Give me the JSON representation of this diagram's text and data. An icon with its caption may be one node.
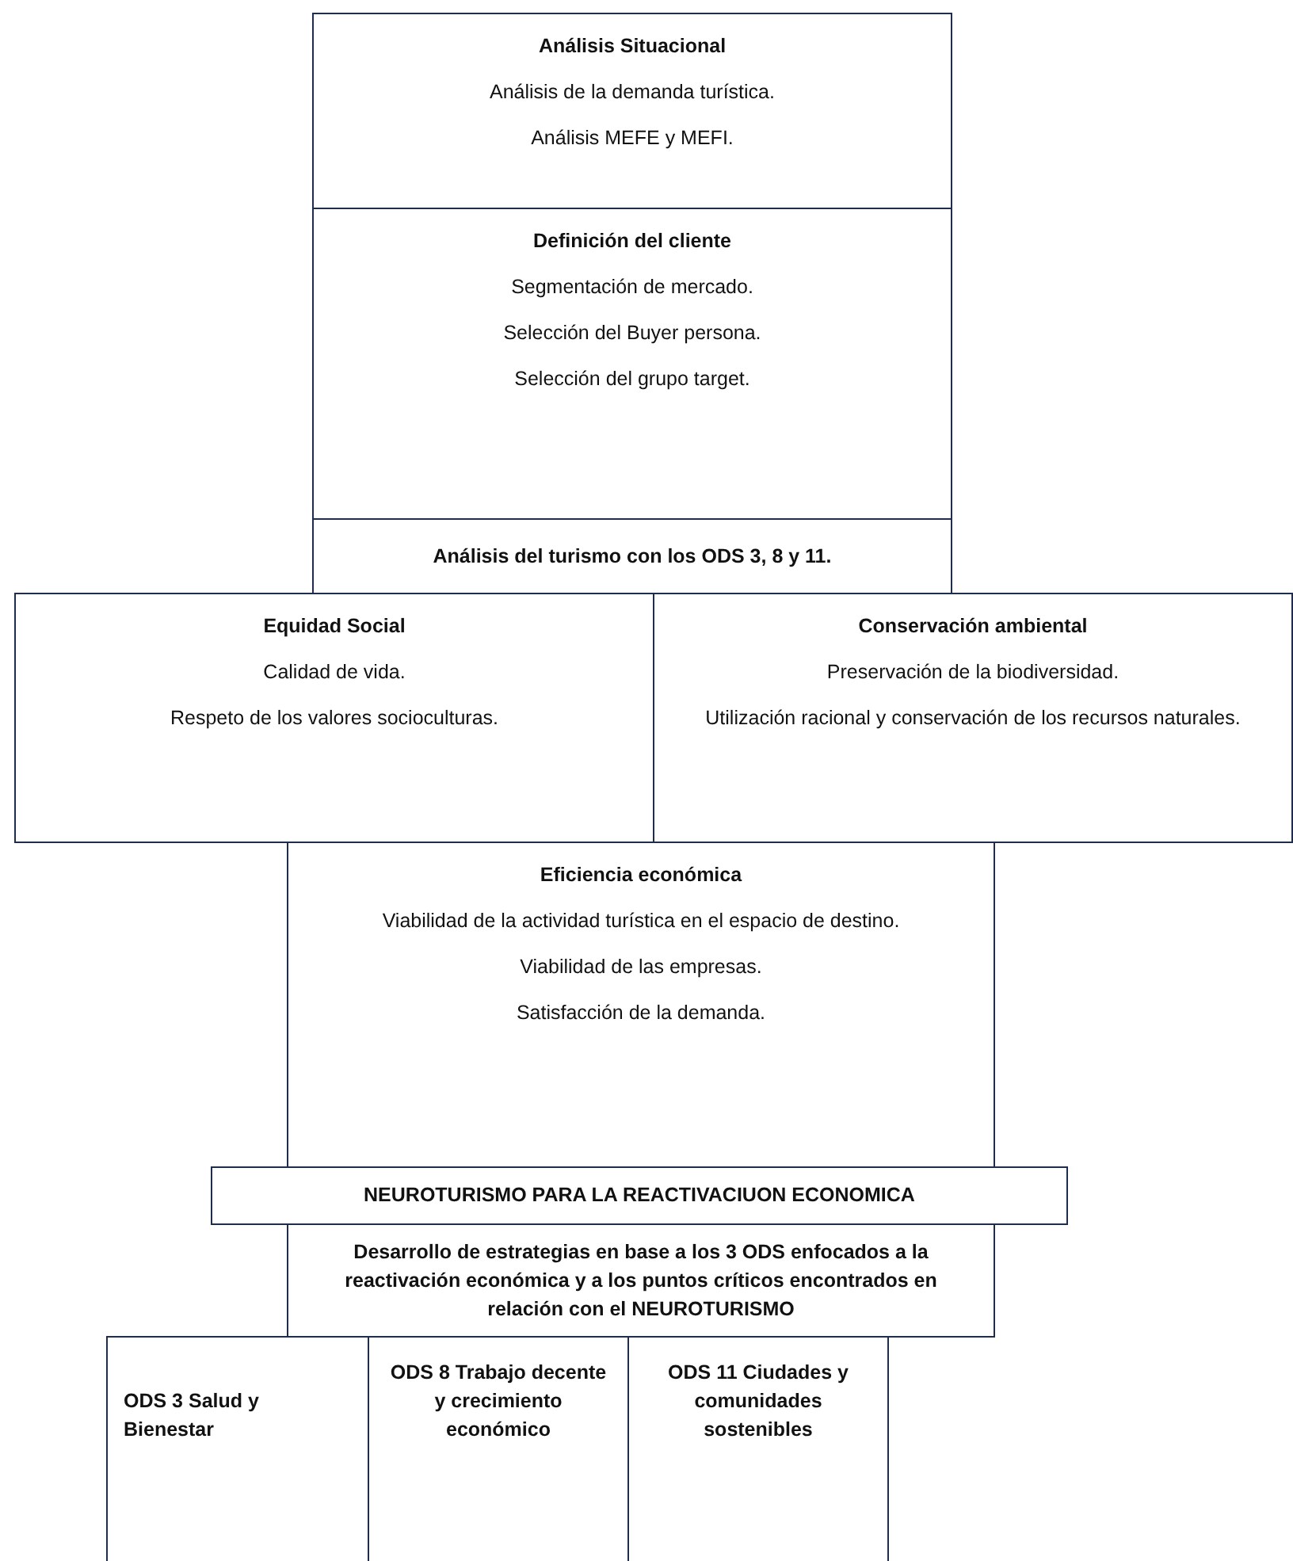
{
  "diagram": {
    "nodes": [
      {
        "text": [
          "Análisis Situacional",
          "Análisis de la demanda turística.",
          "Análisis MEFE y MEFI."
        ]
      },
      {
        "text": [
          "Definición del cliente",
          "Segmentación de mercado.",
          "Selección del Buyer persona.",
          "Selección del grupo target."
        ]
      },
      {
        "text": [
          "Análisis del turismo con los ODS 3, 8 y 11."
        ]
      },
      {
        "text": [
          "Equidad Social",
          "Calidad de vida.",
          "Respeto de los valores socioculturas."
        ]
      },
      {
        "text": [
          "Conservación ambiental",
          "Preservación de la biodiversidad.",
          "Utilización racional y conservación de los recursos naturales."
        ]
      },
      {
        "text": [
          "Eficiencia económica",
          "Viabilidad de la actividad turística en el espacio de destino.",
          "Viabilidad de las empresas.",
          "Satisfacción de la demanda."
        ]
      },
      {
        "text": [
          "NEUROTURISMO PARA LA REACTIVACIUON ECONOMICA"
        ]
      },
      {
        "text": [
          "Desarrollo de estrategias en base a los 3 ODS enfocados a la reactivación económica y a los puntos críticos encontrados en relación con el NEUROTURISMO"
        ]
      },
      {
        "text": [
          "ODS 3 Salud y Bienestar"
        ]
      },
      {
        "text": [
          "ODS 8 Trabajo decente y crecimiento económico"
        ]
      },
      {
        "text": [
          "ODS 11 Ciudades y comunidades sostenibles"
        ]
      }
    ]
  }
}
